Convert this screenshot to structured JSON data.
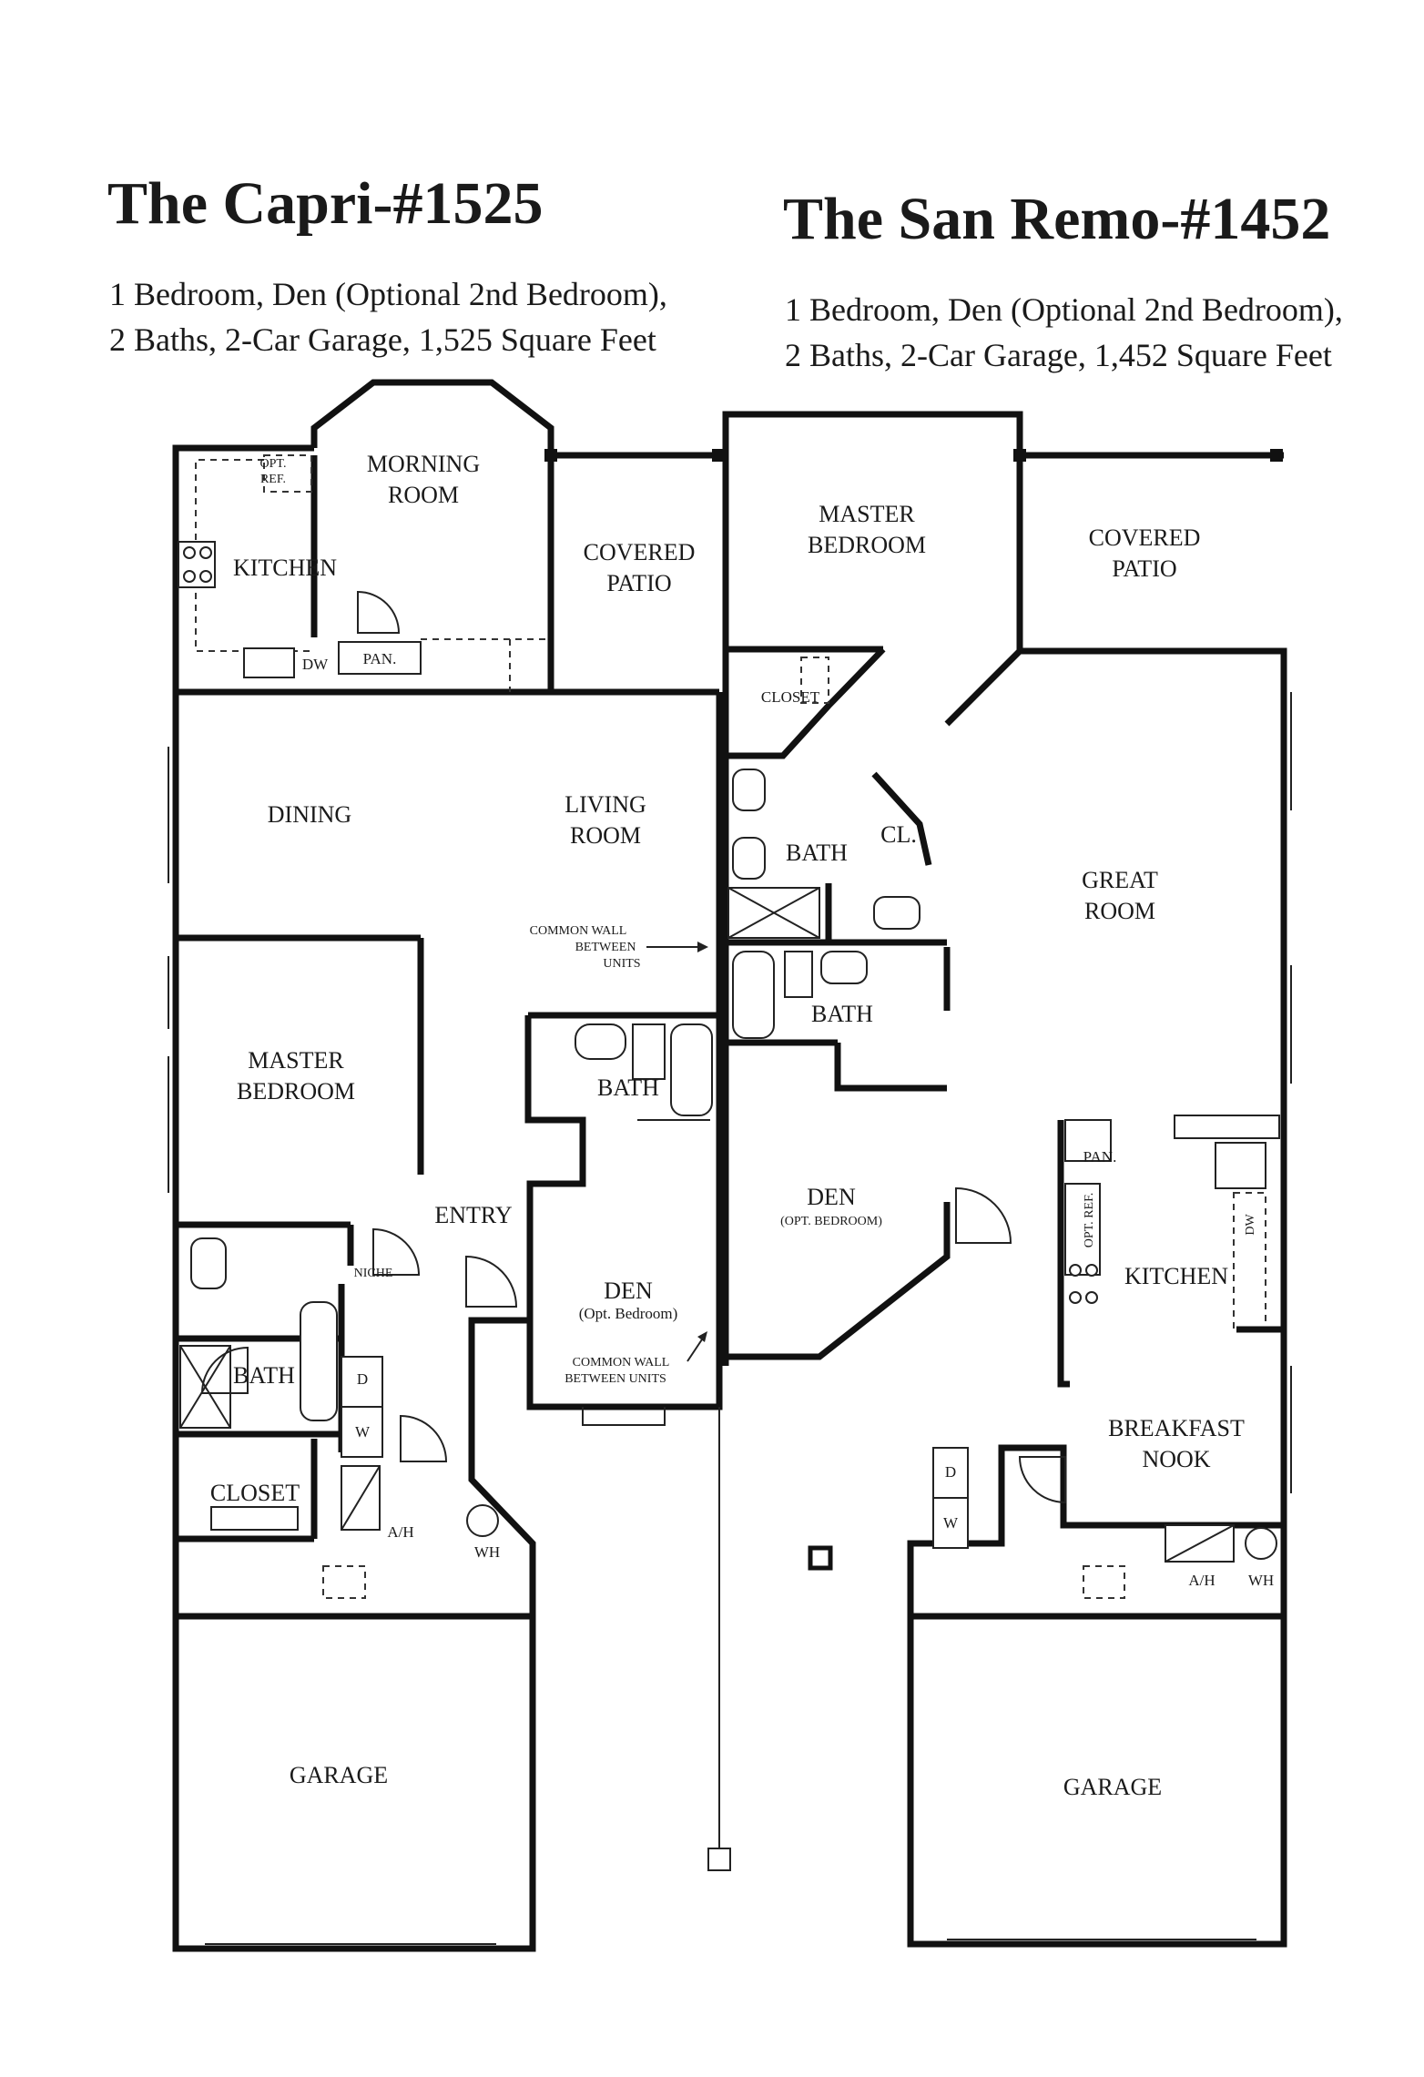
{
  "left_plan": {
    "title": "The Capri-#1525",
    "subtitle_line1": "1 Bedroom, Den (Optional 2nd Bedroom),",
    "subtitle_line2": "2 Baths, 2-Car Garage, 1,525 Square Feet",
    "rooms": {
      "opt_ref_1": "OPT.",
      "opt_ref_2": "REF.",
      "morning_room_1": "MORNING",
      "morning_room_2": "ROOM",
      "kitchen": "KITCHEN",
      "covered_patio_1": "COVERED",
      "covered_patio_2": "PATIO",
      "pantry": "PAN.",
      "dishwasher": "DW",
      "dining": "DINING",
      "living_room_1": "LIVING",
      "living_room_2": "ROOM",
      "common_wall_1": "COMMON WALL",
      "common_wall_2": "BETWEEN",
      "common_wall_3": "UNITS",
      "master_bedroom_1": "MASTER",
      "master_bedroom_2": "BEDROOM",
      "bath_upper": "BATH",
      "entry": "ENTRY",
      "niche": "NICHE",
      "den": "DEN",
      "den_opt": "(Opt. Bedroom)",
      "common_wall_den_1": "COMMON WALL",
      "common_wall_den_2": "BETWEEN UNITS",
      "bath_lower": "BATH",
      "washer": "W",
      "dryer": "D",
      "closet": "CLOSET",
      "air_handler": "A/H",
      "water_heater": "WH",
      "garage": "GARAGE"
    }
  },
  "right_plan": {
    "title": "The San Remo-#1452",
    "subtitle_line1": "1 Bedroom, Den (Optional 2nd Bedroom),",
    "subtitle_line2": "2 Baths, 2-Car Garage, 1,452 Square Feet",
    "rooms": {
      "master_bedroom_1": "MASTER",
      "master_bedroom_2": "BEDROOM",
      "covered_patio_1": "COVERED",
      "covered_patio_2": "PATIO",
      "closet": "CLOSET",
      "bath_upper": "BATH",
      "cl": "CL.",
      "great_room_1": "GREAT",
      "great_room_2": "ROOM",
      "bath_lower": "BATH",
      "den": "DEN",
      "den_opt": "(OPT. BEDROOM)",
      "pantry": "PAN.",
      "opt_ref": "OPT. REF.",
      "dishwasher": "DW",
      "kitchen": "KITCHEN",
      "breakfast_nook_1": "BREAKFAST",
      "breakfast_nook_2": "NOOK",
      "washer": "W",
      "dryer": "D",
      "air_handler": "A/H",
      "water_heater": "WH",
      "garage": "GARAGE"
    }
  }
}
